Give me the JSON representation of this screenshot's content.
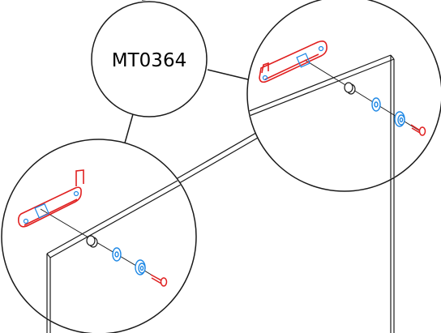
{
  "diagram": {
    "part_label": "MT0364",
    "colors": {
      "line": "#1a1a1a",
      "bracket": "#e02020",
      "hardware_blue": "#1e88e5",
      "screw": "#e02020",
      "background": "#ffffff"
    },
    "parts": [
      {
        "name": "bracket",
        "icon": "bracket-icon"
      },
      {
        "name": "spacer",
        "icon": "spacer-icon"
      },
      {
        "name": "washer",
        "icon": "washer-icon"
      },
      {
        "name": "grommet",
        "icon": "grommet-icon"
      },
      {
        "name": "screw",
        "icon": "screw-icon"
      }
    ]
  }
}
